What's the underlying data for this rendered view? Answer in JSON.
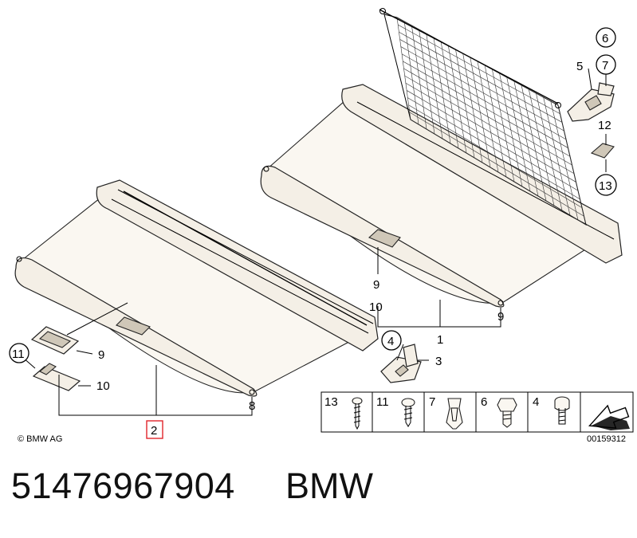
{
  "diagram": {
    "copyright": "© BMW AG",
    "drawing_number": "00159312",
    "callouts": {
      "c1": "1",
      "c2": "2",
      "c3": "3",
      "c4": "4",
      "c5": "5",
      "c6": "6",
      "c7": "7",
      "c8": "8",
      "c9a": "9",
      "c9b": "9",
      "c9c": "9",
      "c10a": "10",
      "c10b": "10",
      "c11": "11",
      "c12": "12",
      "c13": "13"
    },
    "legend": [
      "13",
      "11",
      "7",
      "6",
      "4"
    ]
  },
  "footer": {
    "part_number": "51476967904",
    "brand": "BMW"
  },
  "colors": {
    "highlight_box": "#e0242a",
    "line": "#000000"
  }
}
